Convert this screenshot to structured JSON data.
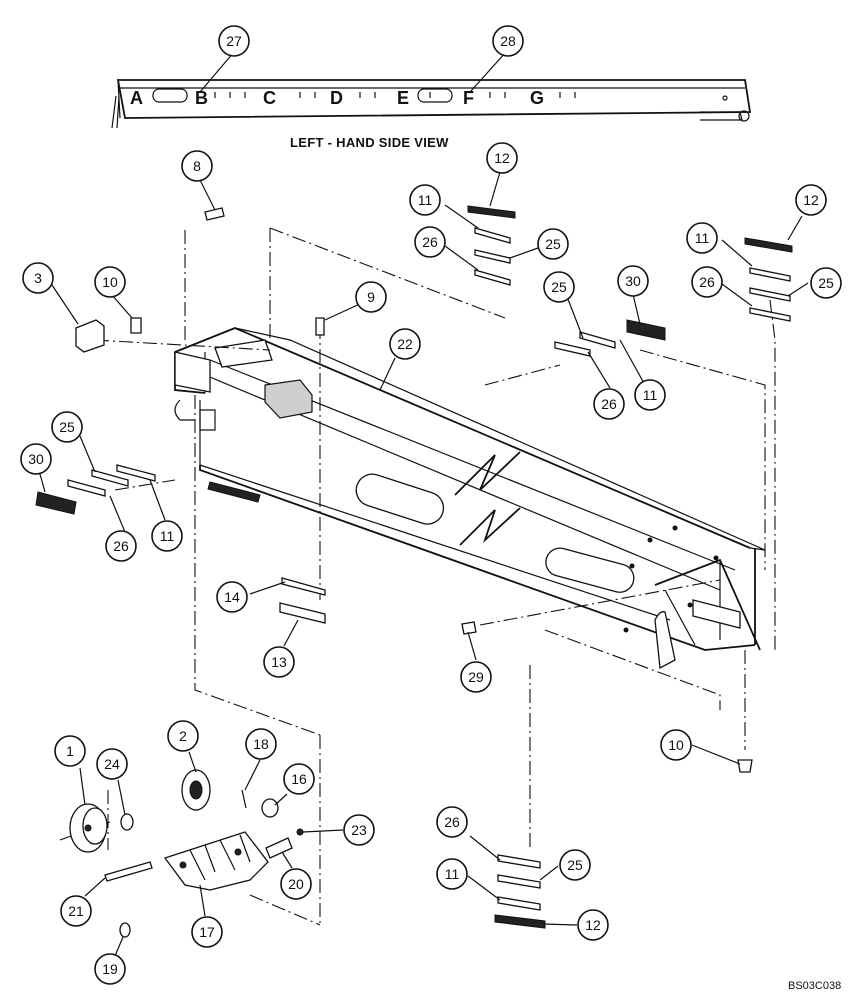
{
  "side_view": {
    "title": "LEFT - HAND SIDE VIEW",
    "letters": [
      "A",
      "B",
      "C",
      "D",
      "E",
      "F",
      "G"
    ]
  },
  "figure_code": "BS03C038",
  "callouts": [
    {
      "id": "c27",
      "label": "27"
    },
    {
      "id": "c28",
      "label": "28"
    },
    {
      "id": "c8",
      "label": "8"
    },
    {
      "id": "c12a",
      "label": "12"
    },
    {
      "id": "c11a",
      "label": "11"
    },
    {
      "id": "c26a",
      "label": "26"
    },
    {
      "id": "c25a",
      "label": "25"
    },
    {
      "id": "c12b",
      "label": "12"
    },
    {
      "id": "c11b",
      "label": "11"
    },
    {
      "id": "c26b",
      "label": "26"
    },
    {
      "id": "c25b",
      "label": "25"
    },
    {
      "id": "c3",
      "label": "3"
    },
    {
      "id": "c10a",
      "label": "10"
    },
    {
      "id": "c9",
      "label": "9"
    },
    {
      "id": "c25c",
      "label": "25"
    },
    {
      "id": "c30a",
      "label": "30"
    },
    {
      "id": "c22",
      "label": "22"
    },
    {
      "id": "c26c",
      "label": "26"
    },
    {
      "id": "c11c",
      "label": "11"
    },
    {
      "id": "c30b",
      "label": "30"
    },
    {
      "id": "c25d",
      "label": "25"
    },
    {
      "id": "c26d",
      "label": "26"
    },
    {
      "id": "c11d",
      "label": "11"
    },
    {
      "id": "c14",
      "label": "14"
    },
    {
      "id": "c13",
      "label": "13"
    },
    {
      "id": "c29",
      "label": "29"
    },
    {
      "id": "c10b",
      "label": "10"
    },
    {
      "id": "c1",
      "label": "1"
    },
    {
      "id": "c2",
      "label": "2"
    },
    {
      "id": "c24",
      "label": "24"
    },
    {
      "id": "c18",
      "label": "18"
    },
    {
      "id": "c16",
      "label": "16"
    },
    {
      "id": "c23",
      "label": "23"
    },
    {
      "id": "c20",
      "label": "20"
    },
    {
      "id": "c21",
      "label": "21"
    },
    {
      "id": "c17",
      "label": "17"
    },
    {
      "id": "c19",
      "label": "19"
    },
    {
      "id": "c26e",
      "label": "26"
    },
    {
      "id": "c25e",
      "label": "25"
    },
    {
      "id": "c11e",
      "label": "11"
    },
    {
      "id": "c12c",
      "label": "12"
    }
  ]
}
